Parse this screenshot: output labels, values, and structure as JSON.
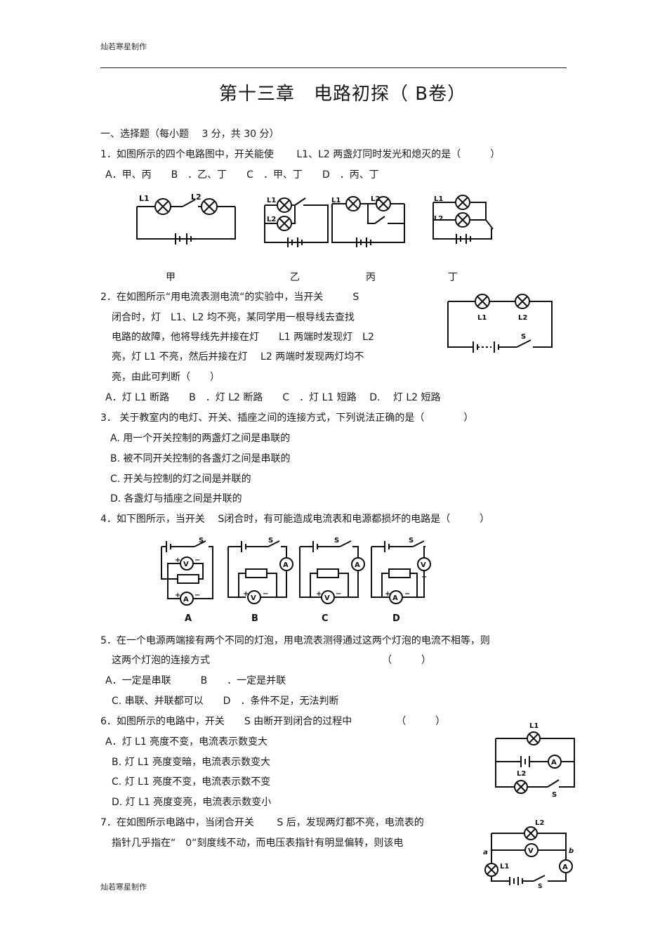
{
  "header": "灿若寒星制作",
  "footer": "灿若寒星制作",
  "title": "第十三章　电路初探（ B卷）",
  "section1": "一、选择题（每小题　 3 分，共  30 分）",
  "q1": {
    "stem": "1．如图所示的四个电路图中，开关能使　　 L1、L2 两盏灯同时发光和熄灭的是（　　　）",
    "options": "A．甲、丙　　B　．乙、丁　　C　．甲、丁　　D　．丙、丁",
    "captions": [
      "甲",
      "乙",
      "丙",
      "丁"
    ]
  },
  "q2": {
    "lines": [
      "2．在如图所示“用电流表测电流“的实验中，当开关　　　S",
      "闭合时，灯　L1、L2 均不亮，某同学用一根导线去查找",
      "电路的故障，他将导线先并接在灯　　L1 两端时发现灯　L2",
      "亮，灯  L1 不亮，然后并接在灯　 L2 两端时发现两灯均不",
      "亮，由此可判断（　　）"
    ],
    "options": "A．灯  L1 断路　　B　．灯  L2 断路　　C　．灯  L1 短路　 D.　  灯  L2 短路"
  },
  "q3": {
    "stem": "3．  关于教室内的电灯、开关、插座之间的连接方式，下列说法正确的是（　　　　）",
    "options": [
      "A.  用一个开关控制的两盏灯之间是串联的",
      "B.  被不同开关控制的各盏灯之间是串联的",
      "C.  开关与控制的灯之间是并联的",
      "D.  各盏灯与插座之间是并联的"
    ]
  },
  "q4": {
    "stem": "4．如下图所示，当开关　 S闭合时，有可能造成电流表和电源都损坏的电路是（　　　）",
    "labels": [
      "A",
      "B",
      "C",
      "D"
    ]
  },
  "q5": {
    "line1": "5．在一个电源两端接有两个不同的灯泡，用电流表测得通过这两个灯泡的电流不相等，则",
    "line2": "这两个灯泡的连接方式　　　　　　　　　　　　　　　　　　（　　　）",
    "optAB": "A．一定是串联　　　B　　．一定是并联",
    "optCD": "C.  串联、并联都可以　　D　．条件不足，无法判断"
  },
  "q6": {
    "stem": "6．如图所示的电路中，开关　　S 由断开到闭合的过程中　　　　　（　　　）",
    "options": [
      "A．灯  L1 亮度不变，电流表示数变大",
      "B.  灯  L1 亮度变暗，电流表示数变大",
      "C.  灯  L1 亮度不变，电流表示数不变",
      "D.  灯  L1 亮度变亮，电流表示数变小"
    ]
  },
  "q7": {
    "line1": "7．在如图所示电路中，当闭合开关　　 S 后，发现两灯都不亮，电流表的",
    "line2": "指针几乎指在“　0“刻度线不动，而电压表指针有明显偏转，则该电"
  },
  "fig": {
    "L1": "L1",
    "L2": "L2",
    "S": "S",
    "a": "a",
    "b": "b",
    "ammeter": "A",
    "voltmeter": "V",
    "plus": "+",
    "minus": "−"
  }
}
